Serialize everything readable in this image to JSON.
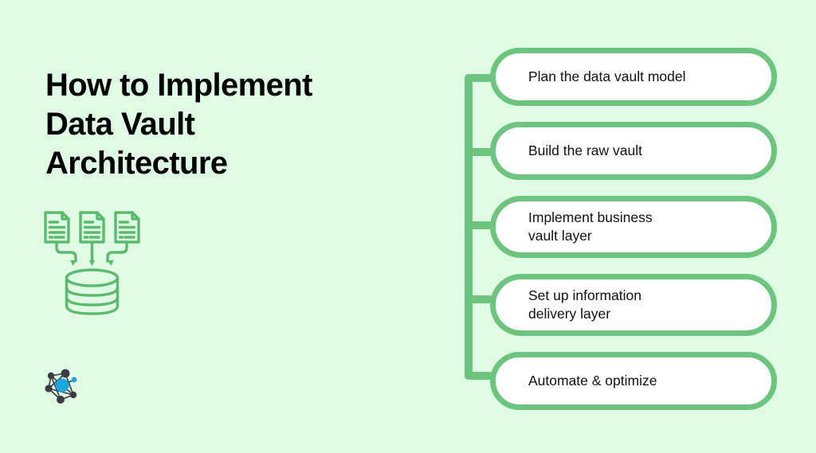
{
  "theme": {
    "background_color": "#dffbe4",
    "accent_green": "#6cc47e",
    "pill_fill": "#ffffff",
    "title_color": "#000000",
    "step_text_color": "#111111",
    "logo_blue": "#1ba7dd",
    "logo_dark": "#3b3b42"
  },
  "title": "How to Implement\nData Vault\nArchitecture",
  "illustration": {
    "name": "documents-to-database",
    "documents_count": 3,
    "database_layers": 3,
    "icon_names": [
      "document-icon",
      "document-icon",
      "document-icon",
      "arrow-down-icon",
      "arrow-down-icon",
      "arrow-down-icon",
      "database-cylinder-icon"
    ]
  },
  "logo": {
    "name": "network-graph-logo",
    "alt": "network nodes logo"
  },
  "steps": [
    {
      "label": "Plan the data vault model",
      "lines": 1
    },
    {
      "label": "Build the raw vault",
      "lines": 1
    },
    {
      "label": "Implement business\nvault layer",
      "lines": 2
    },
    {
      "label": "Set up information\ndelivery layer",
      "lines": 2
    },
    {
      "label": "Automate & optimize",
      "lines": 1
    }
  ]
}
